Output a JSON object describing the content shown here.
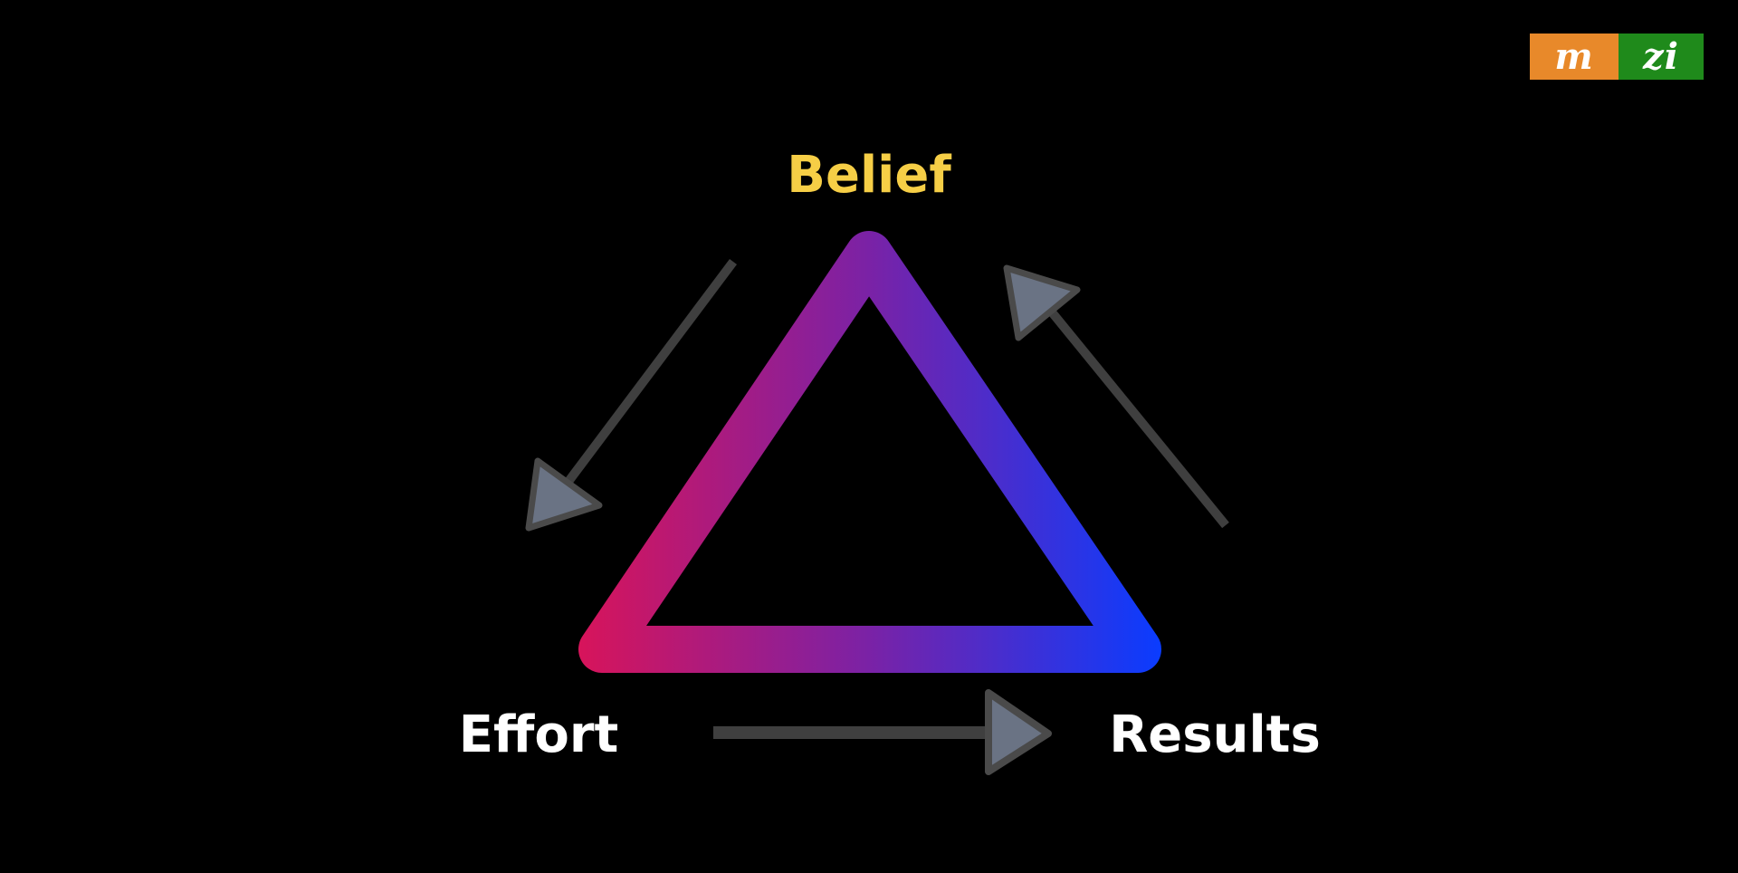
{
  "diagram": {
    "nodes": {
      "top": {
        "label": "Belief",
        "color": "#f6ce46"
      },
      "left": {
        "label": "Effort",
        "color": "#ffffff"
      },
      "right": {
        "label": "Results",
        "color": "#ffffff"
      }
    },
    "cycle_direction": "Belief → Effort → Results → Belief",
    "triangle_gradient": [
      "#d8145a",
      "#7a22a6",
      "#0a3cff"
    ],
    "arrow_color": "#3f3f3f",
    "arrowhead_fill": "#6a7384",
    "arrowhead_stroke": "#4a4a4a"
  },
  "logo": {
    "left_text": "m",
    "right_text": "zi",
    "left_color": "#e8892a",
    "right_color": "#1f8a1b"
  }
}
